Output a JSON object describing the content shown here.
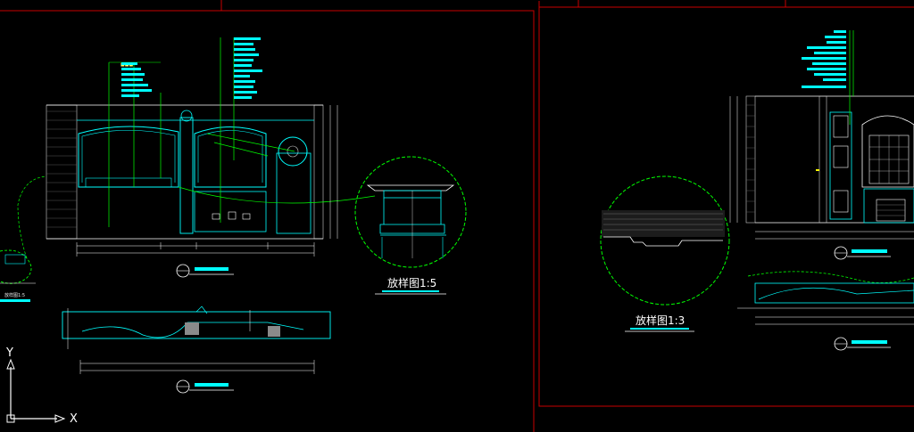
{
  "drawing": {
    "axis": {
      "x_label": "X",
      "y_label": "Y"
    },
    "detail_left_corner": {
      "title": "放样图1:5"
    },
    "detail_left": {
      "title": "放样图1:5"
    },
    "detail_right": {
      "title": "放样图1:3"
    },
    "colors": {
      "background": "#000000",
      "frame": "#c80000",
      "cyan": "#00ffff",
      "green": "#00ff00",
      "white": "#ffffff",
      "yellow": "#ffff00"
    }
  }
}
